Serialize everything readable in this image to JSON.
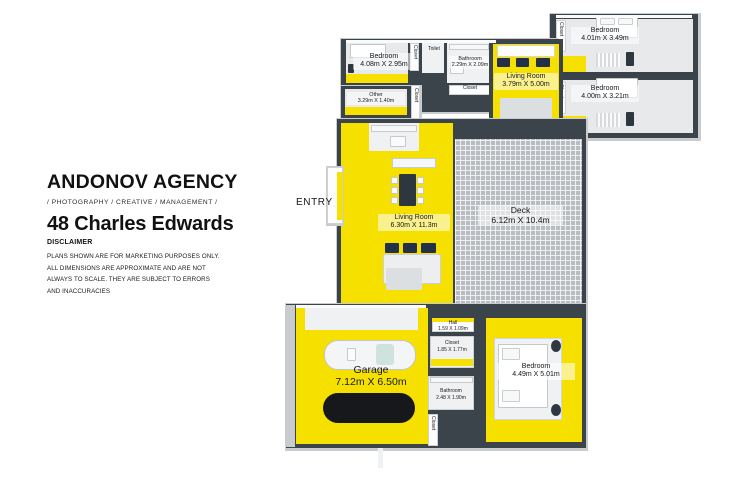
{
  "branding": {
    "agency_name": "ANDONOV AGENCY",
    "tagline": "/ PHOTOGRAPHY / CREATIVE / MANAGEMENT /",
    "address": "48 Charles Edwards",
    "disclaimer_heading": "DISCLAIMER",
    "disclaimer_lines": [
      "PLANS SHOWN ARE FOR MARKETING PURPOSES ONLY.",
      "ALL DIMENSIONS ARE APPROXIMATE AND ARE NOT",
      "ALWAYS TO SCALE. THEY ARE SUBJECT TO ERRORS",
      "AND INACCURACIES"
    ]
  },
  "plan": {
    "entry_label": "ENTRY",
    "rooms": [
      {
        "id": "bedroom-front-left",
        "name": "Bedroom",
        "dimensions": "4.08m X 2.95m"
      },
      {
        "id": "other-room",
        "name": "Other",
        "dimensions": "3.29m X 1.40m"
      },
      {
        "id": "toilet",
        "name": "Toilet",
        "dimensions": ""
      },
      {
        "id": "bathroom-upper",
        "name": "Bathroom",
        "dimensions": "2.29m X 2.09m"
      },
      {
        "id": "living-room-upper",
        "name": "Living Room",
        "dimensions": "3.79m X 5.00m"
      },
      {
        "id": "bedroom-top-right",
        "name": "Bedroom",
        "dimensions": "4.01m X 3.49m"
      },
      {
        "id": "bedroom-right",
        "name": "Bedroom",
        "dimensions": "4.00m X 3.21m"
      },
      {
        "id": "living-room-main",
        "name": "Living Room",
        "dimensions": "6.30m X 11.3m"
      },
      {
        "id": "deck",
        "name": "Deck",
        "dimensions": "6.12m X 10.4m"
      },
      {
        "id": "hall",
        "name": "Hall",
        "dimensions": "1.59 X 1.09m"
      },
      {
        "id": "closet-hall",
        "name": "Closet",
        "dimensions": "1.85 X 1.77m"
      },
      {
        "id": "bathroom-lower",
        "name": "Bathroom",
        "dimensions": "2.48 X 1.90m"
      },
      {
        "id": "garage",
        "name": "Garage",
        "dimensions": "7.12m X 6.50m"
      },
      {
        "id": "bedroom-lower-right",
        "name": "Bedroom",
        "dimensions": "4.49m X 5.01m"
      }
    ],
    "closets": [
      {
        "id": "closet-bedroom-front-left",
        "name": "Closet"
      },
      {
        "id": "closet-hallway-upper",
        "name": "Closet"
      },
      {
        "id": "closet-bathroom-upper",
        "name": "Closet"
      },
      {
        "id": "closet-bedroom-top-right",
        "name": "Closet"
      },
      {
        "id": "closet-bedroom-right",
        "name": "Closet"
      },
      {
        "id": "closet-garage",
        "name": "Closet"
      }
    ],
    "colors": {
      "floor_accent": "#F5E000",
      "deck": "#b9bdc1",
      "wall": "#39414a",
      "neutral_floor": "#e7e9ea"
    }
  }
}
